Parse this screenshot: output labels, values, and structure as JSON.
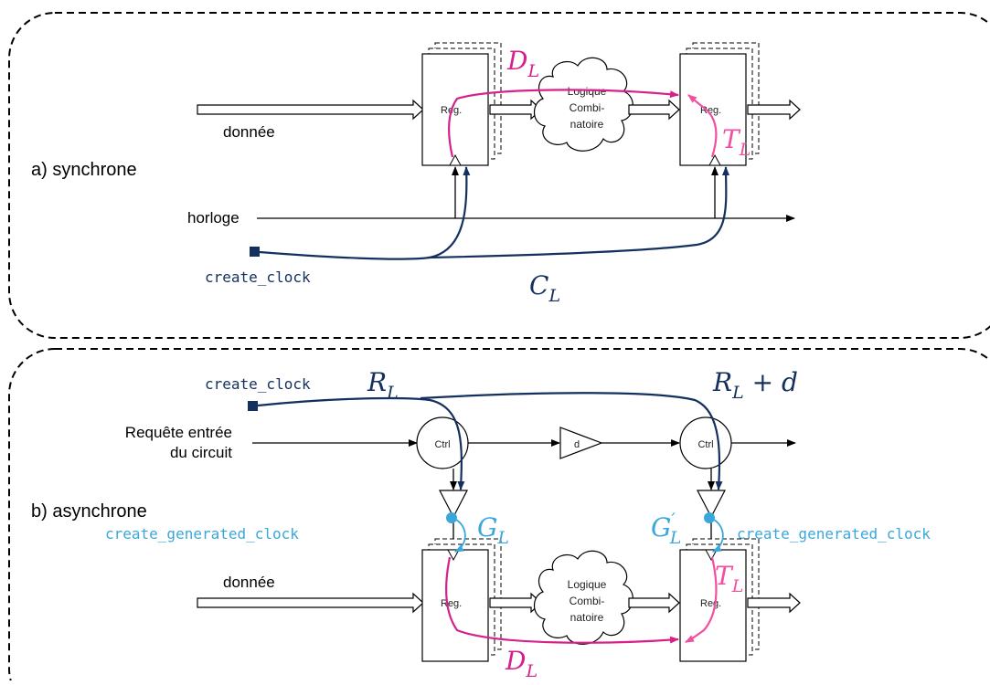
{
  "panel_a": {
    "label": "a) synchrone",
    "data_label": "donnée",
    "clock_label": "horloge",
    "create_clock": "create_clock",
    "reg_left": "Reg.",
    "reg_right": "Reg.",
    "logic": [
      "Logique",
      "Combi-",
      "natoire"
    ],
    "d_main": "D",
    "d_sub": "L",
    "t_main": "T",
    "t_sub": "L",
    "c_main": "C",
    "c_sub": "L"
  },
  "panel_b": {
    "label": "b) asynchrone",
    "request_label": [
      "Requête entrée",
      "du circuit"
    ],
    "data_label": "donnée",
    "create_clock": "create_clock",
    "create_generated_clock_left": "create_generated_clock",
    "create_generated_clock_right": "create_generated_clock",
    "ctrl_left": "Ctrl",
    "ctrl_right": "Ctrl",
    "delay": "d",
    "reg_left": "Reg.",
    "reg_right": "Reg.",
    "logic": [
      "Logique",
      "Combi-",
      "natoire"
    ],
    "r_main": "R",
    "r_sub": "L",
    "rd_main": "R",
    "rd_sub": "L",
    "rd_tail": " + d",
    "g_main": "G",
    "g_sub": "L",
    "gp_main": "G",
    "gp_sup": "′",
    "gp_sub": "L",
    "t_main": "T",
    "t_sub": "L",
    "d_main": "D",
    "d_sub": "L"
  },
  "colors": {
    "navy": "#14305e",
    "magenta": "#d6218c",
    "pink": "#f0509f",
    "cyan": "#3aa7dc"
  }
}
